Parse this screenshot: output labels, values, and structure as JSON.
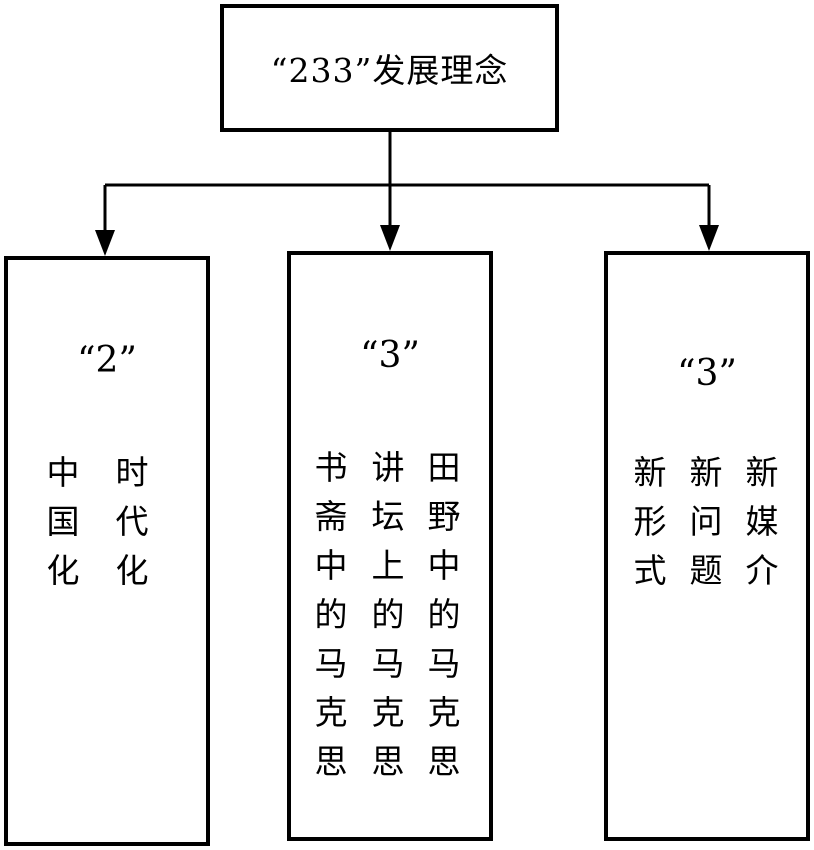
{
  "root": {
    "title": "“233”发展理念"
  },
  "branches": [
    {
      "heading": "“2”",
      "columns": [
        [
          "中",
          "国",
          "化"
        ],
        [
          "时",
          "代",
          "化"
        ]
      ]
    },
    {
      "heading": "“3”",
      "columns": [
        [
          "书",
          "斋",
          "中",
          "的",
          "马",
          "克",
          "思"
        ],
        [
          "讲",
          "坛",
          "上",
          "的",
          "马",
          "克",
          "思"
        ],
        [
          "田",
          "野",
          "中",
          "的",
          "马",
          "克",
          "思"
        ]
      ]
    },
    {
      "heading": "“3”",
      "columns": [
        [
          "新",
          "形",
          "式"
        ],
        [
          "新",
          "问",
          "题"
        ],
        [
          "新",
          "媒",
          "介"
        ]
      ]
    }
  ]
}
